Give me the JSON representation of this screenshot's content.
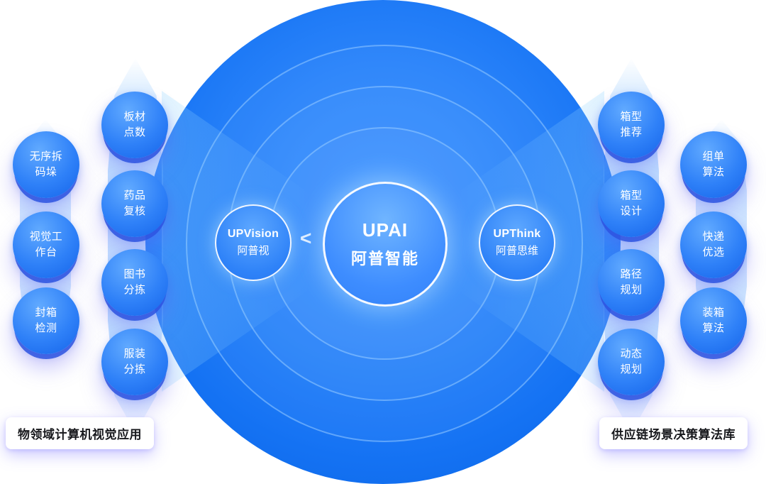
{
  "center": {
    "title": "UPAI",
    "subtitle": "阿普智能"
  },
  "hubs": {
    "left": {
      "title": "UPVision",
      "subtitle": "阿普视"
    },
    "right": {
      "title": "UPThink",
      "subtitle": "阿普思维"
    }
  },
  "left_outer": [
    {
      "text": "无序拆\n码垛"
    },
    {
      "text": "视觉工\n作台"
    },
    {
      "text": "封箱\n检测"
    }
  ],
  "left_inner": [
    {
      "text": "板材\n点数"
    },
    {
      "text": "药品\n复核"
    },
    {
      "text": "图书\n分拣"
    },
    {
      "text": "服装\n分拣"
    }
  ],
  "right_inner": [
    {
      "text": "箱型\n推荐"
    },
    {
      "text": "箱型\n设计"
    },
    {
      "text": "路径\n规划"
    },
    {
      "text": "动态\n规划"
    }
  ],
  "right_outer": [
    {
      "text": "组单\n算法"
    },
    {
      "text": "快递\n优选"
    },
    {
      "text": "装箱\n算法"
    }
  ],
  "captions": {
    "left": "物领域计算机视觉应用",
    "right": "供应链场景决策算法库"
  },
  "icons": {
    "chevron_left": "<"
  },
  "colors": {
    "primary": "#1f7bf4",
    "light_blue": "#5aa6ff",
    "deep_blue": "#0b63e3",
    "glow_purple": "#6e64ff",
    "text_on_blue": "#ffffff",
    "caption_text": "#17181c"
  }
}
